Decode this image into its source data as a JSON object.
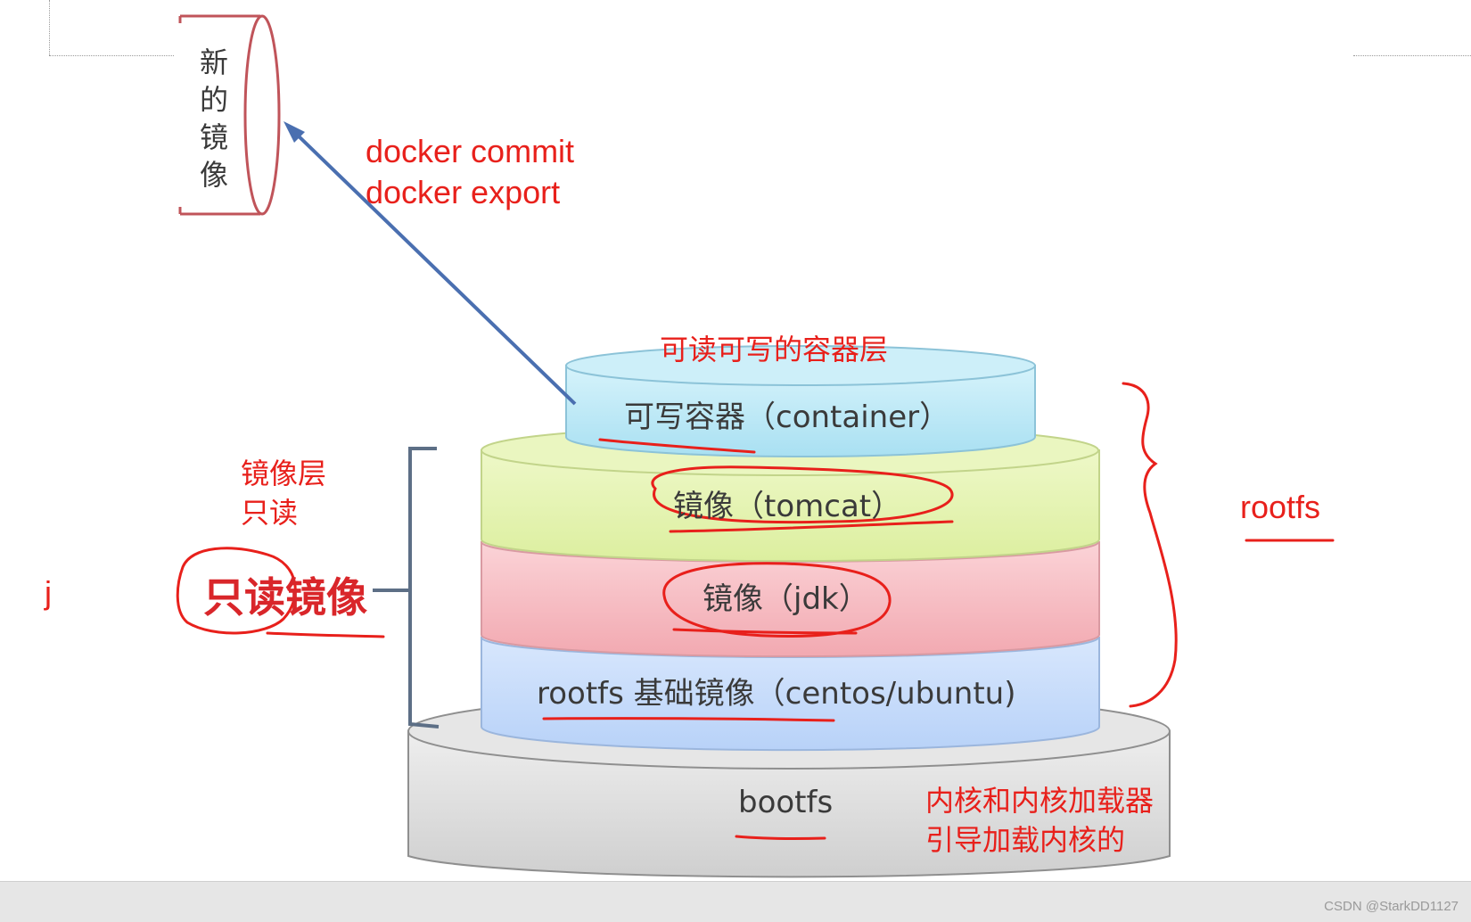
{
  "new_image": {
    "chars": [
      "新",
      "的",
      "镜",
      "像"
    ]
  },
  "commands": {
    "line1": "docker commit",
    "line2": "docker export"
  },
  "container_layer_note": "可读可写的容器层",
  "layers": {
    "container": "可写容器（container）",
    "tomcat": "镜像（tomcat）",
    "jdk": "镜像（jdk）",
    "rootfs_base": "rootfs 基础镜像（centos/ubuntu)",
    "bootfs": "bootfs"
  },
  "image_layer_note": {
    "line1": "镜像层",
    "line2": "只读"
  },
  "readonly_image_label": "只读镜像",
  "stray_mark": "j",
  "rootfs_label": "rootfs",
  "bootfs_note": {
    "line1": "内核和内核加载器",
    "line2": "引导加载内核的"
  },
  "watermark": "CSDN @StarkDD1127",
  "colors": {
    "annotation_red": "#e8201b",
    "container_blue": "#bfe9f7",
    "tomcat_green": "#e4f3b0",
    "jdk_pink": "#f8b8bf",
    "rootfs_blue": "#c6dcfb",
    "bootfs_gray": "#dcdcdc",
    "arrow_blue": "#4a6fb0"
  }
}
